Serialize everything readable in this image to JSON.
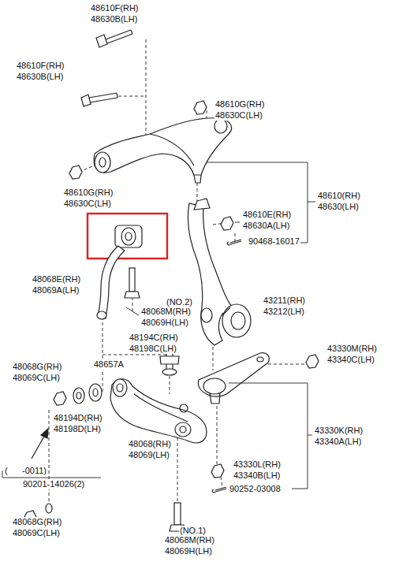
{
  "diagram": {
    "labels": [
      "48610F(RH)",
      "48630B(LH)",
      "48610F(RH)",
      "48630B(LH)",
      "48610G(RH)",
      "48630C(LH)",
      "48610G(RH)",
      "48630C(LH)",
      "48610(RH)",
      "48630(LH)",
      "48610E(RH)",
      "48630A(LH)",
      "90468-16017",
      "48068E(RH)",
      "48069A(LH)",
      "(NO.2)",
      "48068M(RH)",
      "48069H(LH)",
      "43211(RH)",
      "43212(LH)",
      "48194C(RH)",
      "48198C(LH)",
      "43330M(RH)",
      "43340C(LH)",
      "48068G(RH)",
      "48069C(LH)",
      "48657A",
      "48194D(RH)",
      "48198D(LH)",
      "43330K(RH)",
      "43340A(LH)",
      "48068(RH)",
      "48069(LH)",
      "43330L(RH)",
      "43340B(LH)",
      "(      -0011)",
      "90201-14026(2)",
      "90252-03008",
      "48068G(RH)",
      "48069C(LH)",
      "(NO.1)",
      "48068M(RH)",
      "48069H(LH)"
    ]
  }
}
